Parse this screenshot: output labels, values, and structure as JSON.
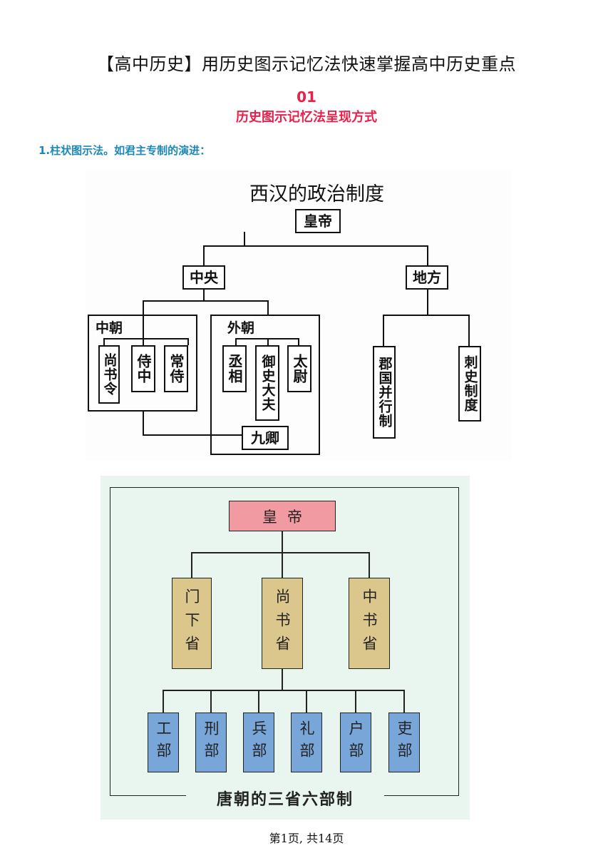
{
  "document": {
    "title": "【高中历史】用历史图示记忆法快速掌握高中历史重点",
    "section_number": "01",
    "section_title": "历史图示记忆法呈现方式",
    "item_heading": "1.柱状图示法。如君主专制的演进：",
    "footer": "第1页, 共14页"
  },
  "fig1": {
    "title": "西汉的政治制度",
    "root": "皇帝",
    "central": "中央",
    "local": "地方",
    "inner_court": {
      "label": "中朝",
      "offices": [
        "尚书令",
        "侍中",
        "常侍"
      ]
    },
    "outer_court": {
      "label": "外朝",
      "offices": [
        "丞相",
        "御史大夫",
        "太尉"
      ]
    },
    "nine_ministers": "九卿",
    "local_systems": [
      "郡国并行制",
      "刺史制度"
    ]
  },
  "fig2": {
    "root": "皇帝",
    "provinces": [
      "门下省",
      "尚书省",
      "中书省"
    ],
    "ministries": [
      "工部",
      "刑部",
      "兵部",
      "礼部",
      "户部",
      "吏部"
    ],
    "caption": "唐朝的三省六部制",
    "colors": {
      "background": "#e9f5ef",
      "emperor": "#f19aa1",
      "provinces": "#dbc68c",
      "ministries": "#79a6d9"
    }
  }
}
